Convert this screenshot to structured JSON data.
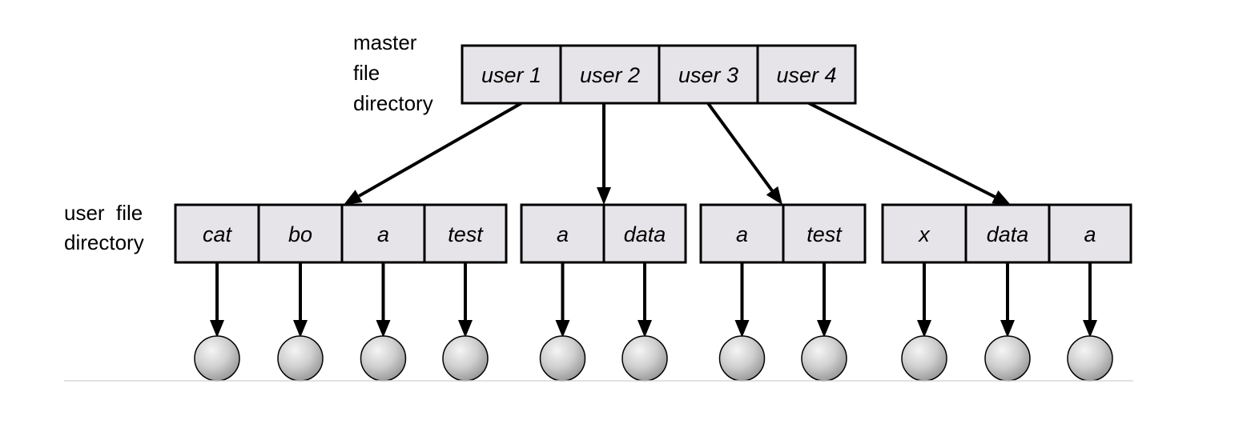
{
  "labels": {
    "master_line1": "master",
    "master_line2": "file",
    "master_line3": "directory",
    "user_line1": "user  file",
    "user_line2": "directory"
  },
  "master_directory": [
    "user 1",
    "user 2",
    "user 3",
    "user 4"
  ],
  "user_directories": [
    {
      "owner": "user 1",
      "entries": [
        "cat",
        "bo",
        "a",
        "test"
      ]
    },
    {
      "owner": "user 2",
      "entries": [
        "a",
        "data"
      ]
    },
    {
      "owner": "user 3",
      "entries": [
        "a",
        "test"
      ]
    },
    {
      "owner": "user 4",
      "entries": [
        "x",
        "data",
        "a"
      ]
    }
  ],
  "colors": {
    "cell_fill": "#e6e4e8",
    "stroke": "#000000",
    "file_node": "#cfcfcf"
  }
}
